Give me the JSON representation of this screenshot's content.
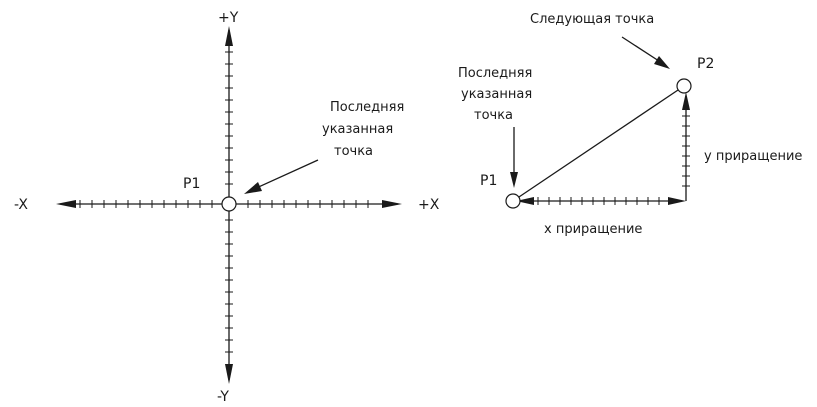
{
  "left_diagram": {
    "axis_pos_y": "+Y",
    "axis_neg_y": "-Y",
    "axis_pos_x": "+X",
    "axis_neg_x": "-X",
    "point_label": "P1",
    "callout_lines": [
      "Последняя",
      "указанная",
      "точка"
    ]
  },
  "right_diagram": {
    "next_point_label": "Следующая точка",
    "p2_label": "P2",
    "p1_label": "P1",
    "callout_lines": [
      "Последняя",
      "указанная",
      "точка"
    ],
    "x_increment_label": "x приращение",
    "y_increment_label": "y приращение"
  }
}
